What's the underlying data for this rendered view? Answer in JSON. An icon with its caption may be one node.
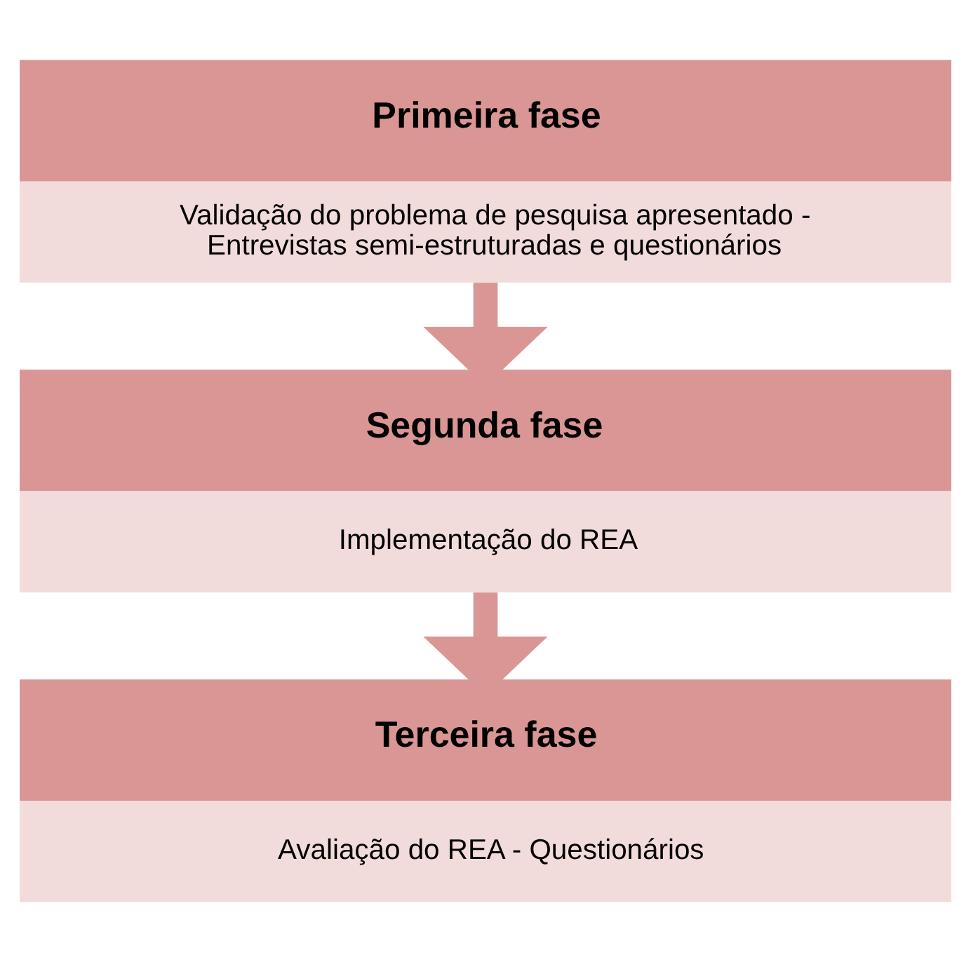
{
  "diagram": {
    "nodes": [
      {
        "text": [
          "Primeira fase",
          "Validação do problema de pesquisa apresentado - Entrevistas semi-estruturadas e questionários"
        ]
      },
      {
        "text": [
          "Segunda fase",
          "Implementação do REA"
        ]
      },
      {
        "text": [
          "Terceira fase",
          "Avaliação do REA - Questionários"
        ]
      }
    ],
    "edges": [
      {
        "from": 0,
        "to": 1,
        "arrow": "to"
      },
      {
        "from": 1,
        "to": 2,
        "arrow": "to"
      }
    ]
  }
}
